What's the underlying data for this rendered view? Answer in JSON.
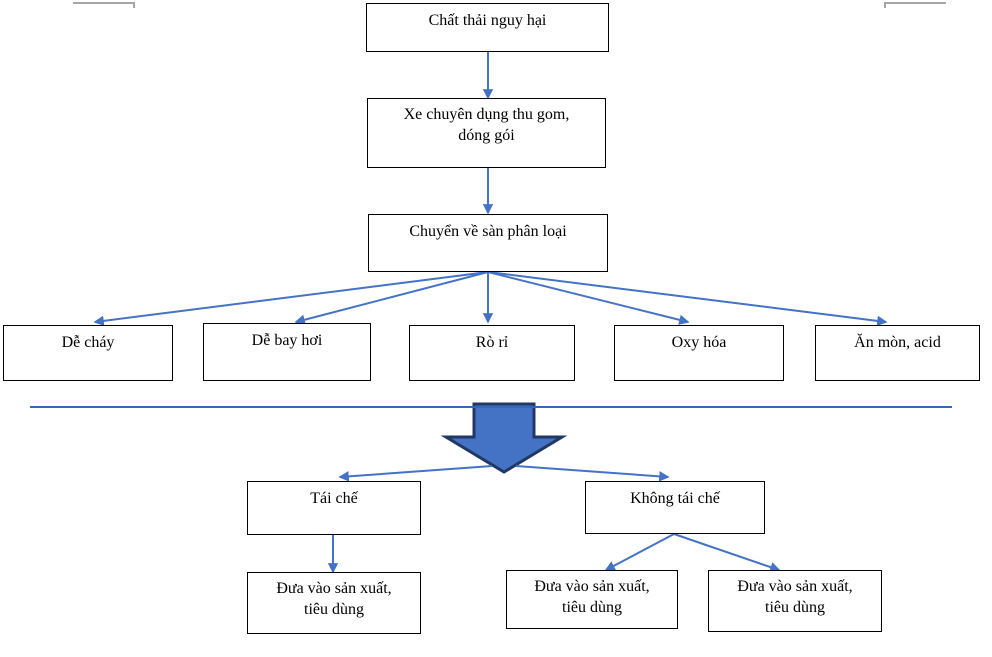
{
  "diagram": {
    "title_node": {
      "label": "Chất thải nguy hại"
    },
    "collect_node": {
      "label": "Xe chuyên dụng thu gom,\ndóng gói"
    },
    "sort_node": {
      "label": "Chuyển về sàn phân loại"
    },
    "categories": [
      {
        "label": "Dễ cháy"
      },
      {
        "label": "Dễ bay hơi"
      },
      {
        "label": "Rò rỉ"
      },
      {
        "label": "Oxy hóa"
      },
      {
        "label": "Ăn mòn, acid"
      }
    ],
    "recycle_node": {
      "label": "Tái chế"
    },
    "non_recycle_node": {
      "label": "Không tái chế"
    },
    "outputs": [
      {
        "label": "Đưa vào sản xuất,\ntiêu dùng"
      },
      {
        "label": "Đưa vào sản xuất,\ntiêu dùng"
      },
      {
        "label": "Đưa vào sản xuất,\ntiêu dùng"
      }
    ],
    "colors": {
      "arrow": "#4472C4",
      "block_arrow_fill": "#4472C4",
      "block_arrow_stroke": "#1F3864",
      "divider": "#2E6BB0",
      "box_border": "#000000",
      "fragment": "#A6A6A6"
    }
  }
}
